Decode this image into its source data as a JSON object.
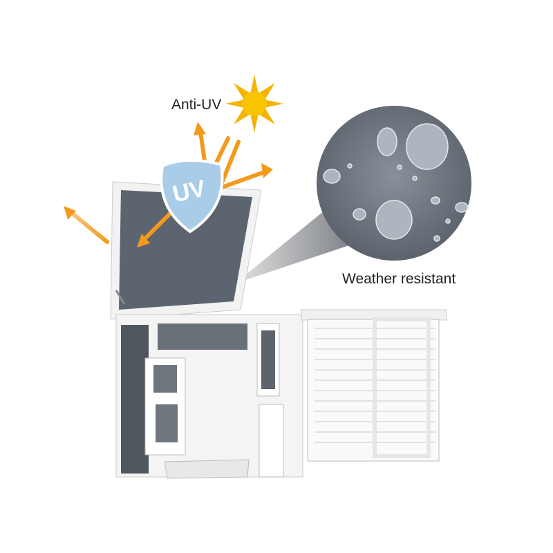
{
  "callouts": {
    "anti_uv": "Anti-UV",
    "uv_badge": "UV",
    "weather": "Weather resistant"
  },
  "colors": {
    "sun": "#f5b400",
    "arrow": "#f39a1c",
    "shield": "#a9cde8",
    "panel": "#5c6470",
    "frame": "#ffffff"
  }
}
